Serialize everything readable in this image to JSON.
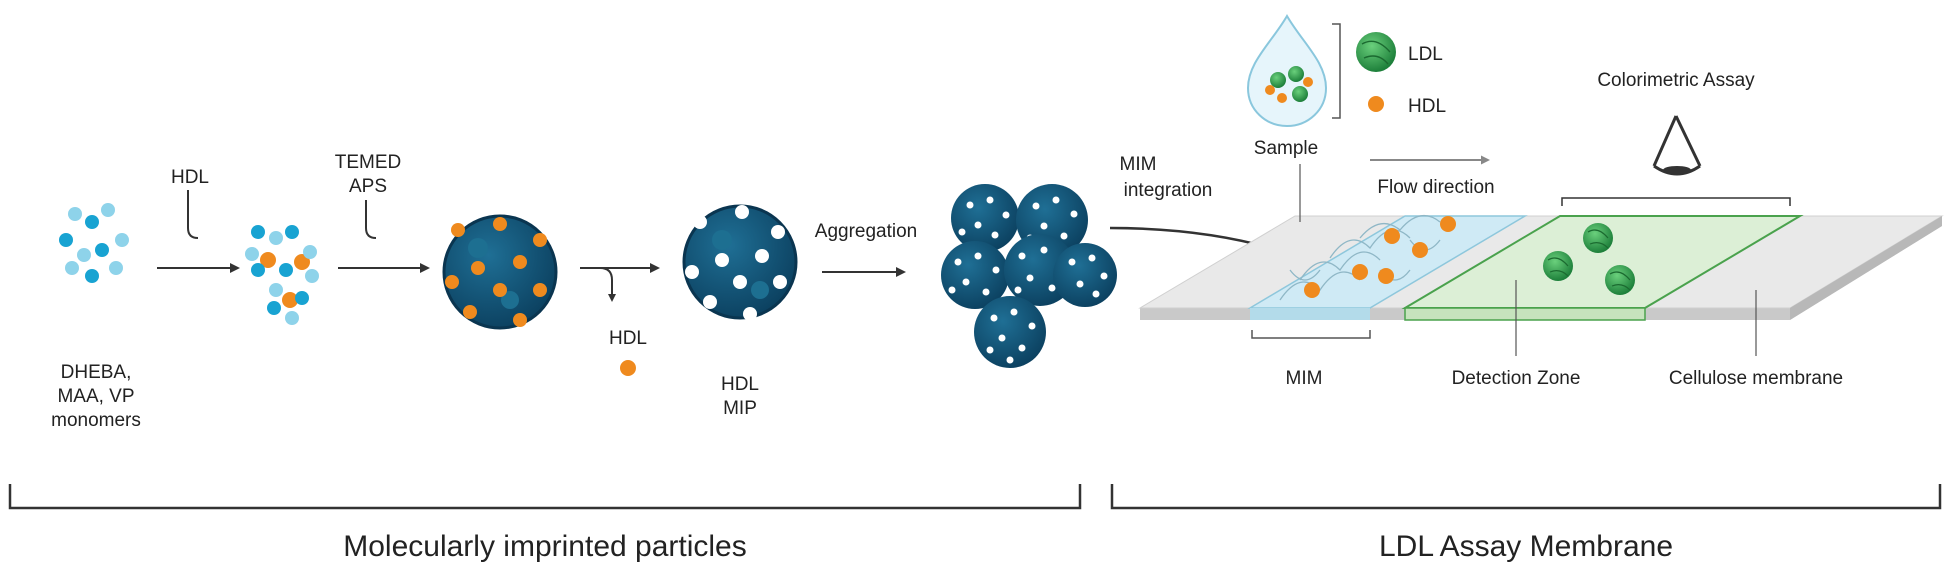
{
  "colors": {
    "monomer_light": "#8ed3ea",
    "monomer_dark": "#18a3d2",
    "hdl_orange": "#ef8a1e",
    "particle_dark": "#0e4d70",
    "particle_mid": "#1a6a8c",
    "ldl_green": "#2ea04b",
    "mim_blue": "#cfeaf5",
    "detection_green": "#dcefd6",
    "membrane_gray": "#e6e6e6",
    "text": "#222222"
  },
  "labels": {
    "monomers_line1": "DHEBA,",
    "monomers_line2": "MAA, VP",
    "monomers_line3": "monomers",
    "hdl_top": "HDL",
    "temed": "TEMED",
    "aps": "APS",
    "hdl_released": "HDL",
    "hdl_mip_line1": "HDL",
    "hdl_mip_line2": "MIP",
    "aggregation": "Aggregation",
    "mim_integration_line1": "MIM",
    "mim_integration_line2": "integration",
    "sample": "Sample",
    "legend_ldl": "LDL",
    "legend_hdl": "HDL",
    "flow_direction": "Flow direction",
    "colorimetric_assay": "Colorimetric Assay",
    "mim": "MIM",
    "detection_zone": "Detection Zone",
    "cellulose_membrane": "Cellulose membrane",
    "section_left": "Molecularly imprinted particles",
    "section_right": "LDL Assay Membrane"
  },
  "icons": [
    "droplet-icon",
    "eye-icon",
    "arrow-icon",
    "bracket-icon"
  ]
}
